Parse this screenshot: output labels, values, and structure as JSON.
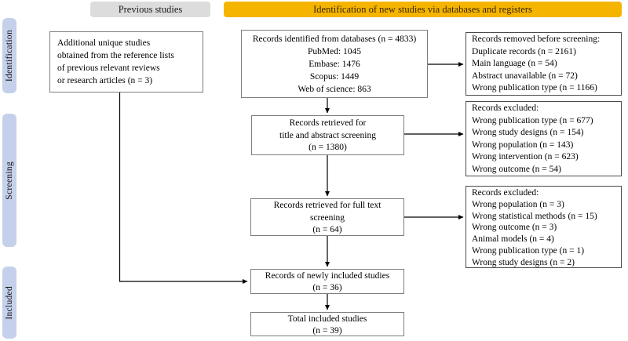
{
  "headers": {
    "previous_studies": "Previous studies",
    "new_studies": "Identification of new studies via databases and registers"
  },
  "sidebar": {
    "stages": [
      {
        "label": "Identification"
      },
      {
        "label": "Screening"
      },
      {
        "label": "Included"
      }
    ]
  },
  "boxes": {
    "additional": {
      "lines": [
        "Additional unique studies",
        "obtained from the reference lists",
        "of previous relevant reviews",
        "or research articles (n = 3)"
      ]
    },
    "identified": {
      "lines": [
        "Records identified from databases (n = 4833)",
        "PubMed: 1045",
        "Embase: 1476",
        "Scopus: 1449",
        "Web of science: 863"
      ]
    },
    "title_abstract": {
      "lines": [
        "Records retrieved for",
        "title and abstract screening",
        "(n = 1380)"
      ]
    },
    "full_text": {
      "lines": [
        "Records retrieved for full text",
        "screening",
        "(n = 64)"
      ]
    },
    "newly_included": {
      "lines": [
        "Records of newly included studies",
        "(n = 36)"
      ]
    },
    "total_included": {
      "lines": [
        "Total included studies",
        "(n = 39)"
      ]
    },
    "removed_before_screening": {
      "lines": [
        "Records removed before screening:",
        "Duplicate records (n = 2161)",
        "Main language (n = 54)",
        "Abstract unavailable (n = 72)",
        "Wrong publication type (n = 1166)"
      ]
    },
    "excluded_title_abstract": {
      "lines": [
        "Records excluded:",
        "Wrong publication type (n = 677)",
        "Wrong study designs (n = 154)",
        "Wrong population (n = 143)",
        "Wrong intervention (n = 623)",
        "Wrong outcome (n = 54)"
      ]
    },
    "excluded_full_text": {
      "lines": [
        "Records excluded:",
        "Wrong population (n = 3)",
        "Wrong statistical methods (n = 15)",
        "Wrong outcome (n = 3)",
        "Animal models (n = 4)",
        "Wrong publication type (n = 1)",
        "Wrong study designs (n = 2)"
      ]
    }
  },
  "colors": {
    "accent_orange": "#f5b400",
    "header_gray": "#dcdcdc",
    "stage_blue": "#c5d1eb",
    "box_border": "#7d7d7d",
    "line_black": "#000000"
  }
}
